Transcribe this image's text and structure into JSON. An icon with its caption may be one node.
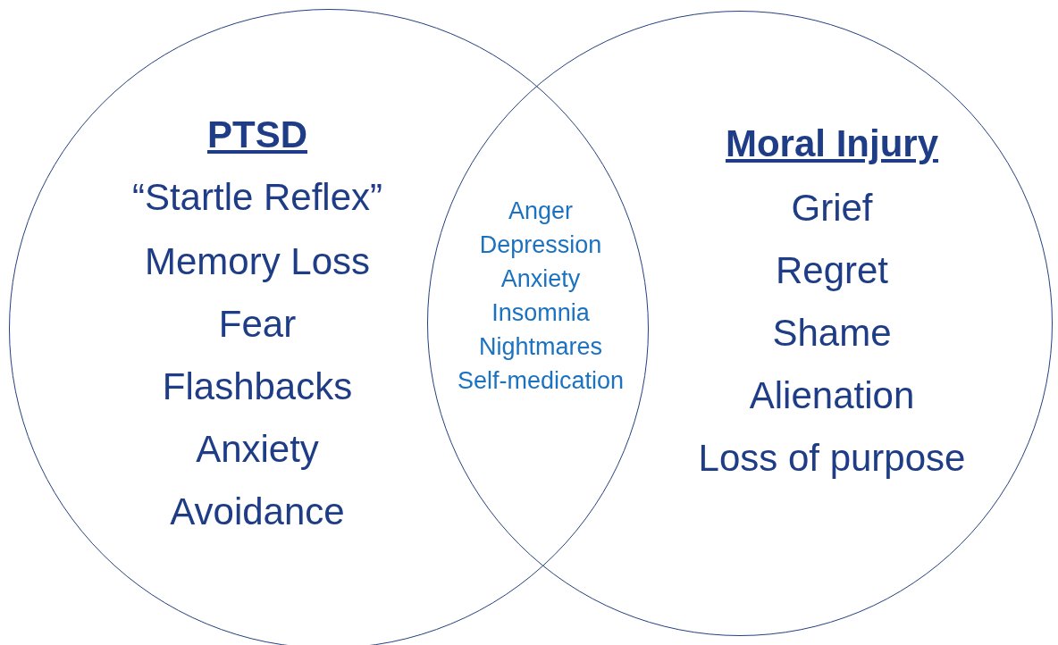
{
  "diagram": {
    "nodes": [
      {
        "text": [
          "PTSD",
          "“Startle Reflex”",
          "Memory Loss",
          "Fear",
          "Flashbacks",
          "Anxiety",
          "Avoidance"
        ]
      },
      {
        "text": [
          "Moral Injury",
          "Grief",
          "Regret",
          "Shame",
          "Alienation",
          "Loss of purpose"
        ]
      }
    ],
    "labels": [
      "Anger",
      "Depression",
      "Anxiety",
      "Insomnia",
      "Nightmares",
      "Self-medication"
    ]
  }
}
